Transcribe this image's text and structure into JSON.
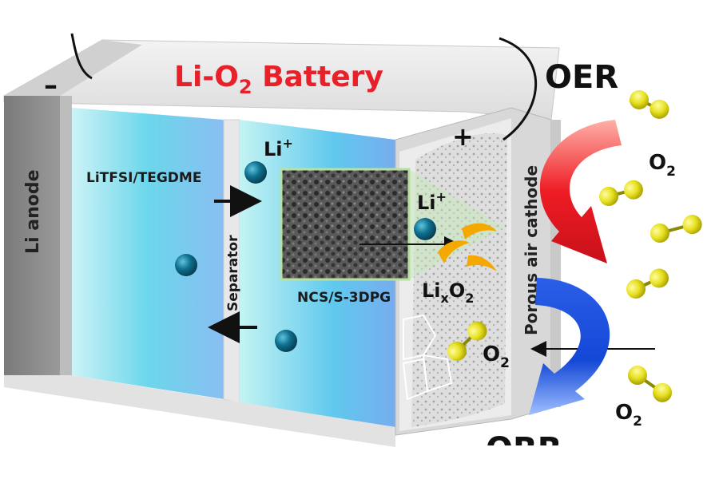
{
  "title": {
    "main": "Li-O",
    "sub": "2",
    "suffix": " Battery"
  },
  "labels": {
    "anode": "Li anode",
    "electrolyte": "LiTFSI/TEGDME",
    "separator": "Separator",
    "catalyst": "NCS/S-3DPG",
    "cathode": "Porous air cathode",
    "minus": "–",
    "plus": "+",
    "oer": "OER",
    "orr": "ORR"
  },
  "species": {
    "li_ion": {
      "base": "Li",
      "sup": "+"
    },
    "o2": {
      "base": "O",
      "sub": "2"
    },
    "lixo2": {
      "base": "Li",
      "sub1": "x",
      "mid": "O",
      "sub2": "2"
    }
  },
  "colors": {
    "title": "#e8202a",
    "oer_arrow": "#ee1c24",
    "orr_arrow": "#1347d6",
    "li_ion": "#0f6f8e",
    "o2": "#e6e020",
    "lixo2": "#f5a800",
    "electrolyte": "#43c6e6"
  }
}
